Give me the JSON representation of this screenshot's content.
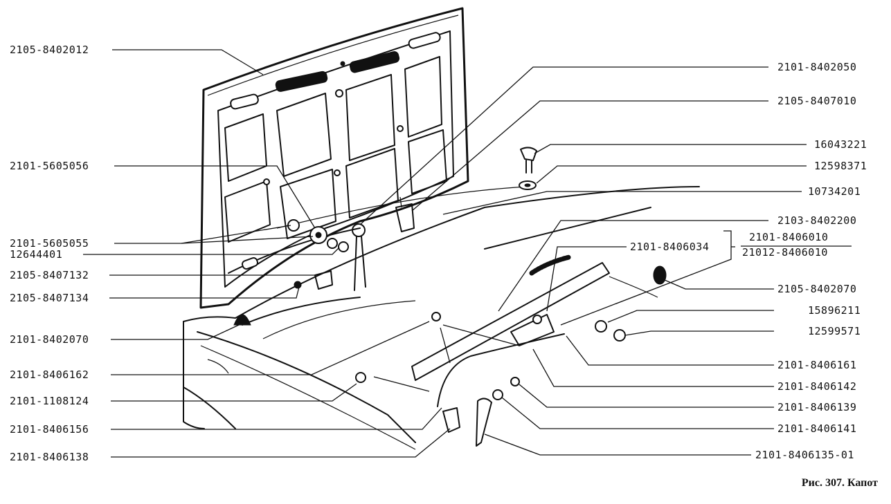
{
  "caption": "Рис. 307. Капот",
  "labels_left": [
    "2105-8402012",
    "2101-5605056",
    "2101-5605055",
    "12644401",
    "2105-8407132",
    "2105-8407134",
    "2101-8402070",
    "2101-8406162",
    "2101-1108124",
    "2101-8406156",
    "2101-8406138"
  ],
  "labels_right": [
    "2101-8402050",
    "2105-8407010",
    "16043221",
    "12598371",
    "10734201",
    "2103-8402200",
    "2105-8402070",
    "15896211",
    "12599571",
    "2101-8406161",
    "2101-8406142",
    "2101-8406139",
    "2101-8406141",
    "2101-8406135-01"
  ],
  "label_mid": "2101-8406034",
  "label_fraction_top": "2101-8406010",
  "label_fraction_bottom": "21012-8406010"
}
